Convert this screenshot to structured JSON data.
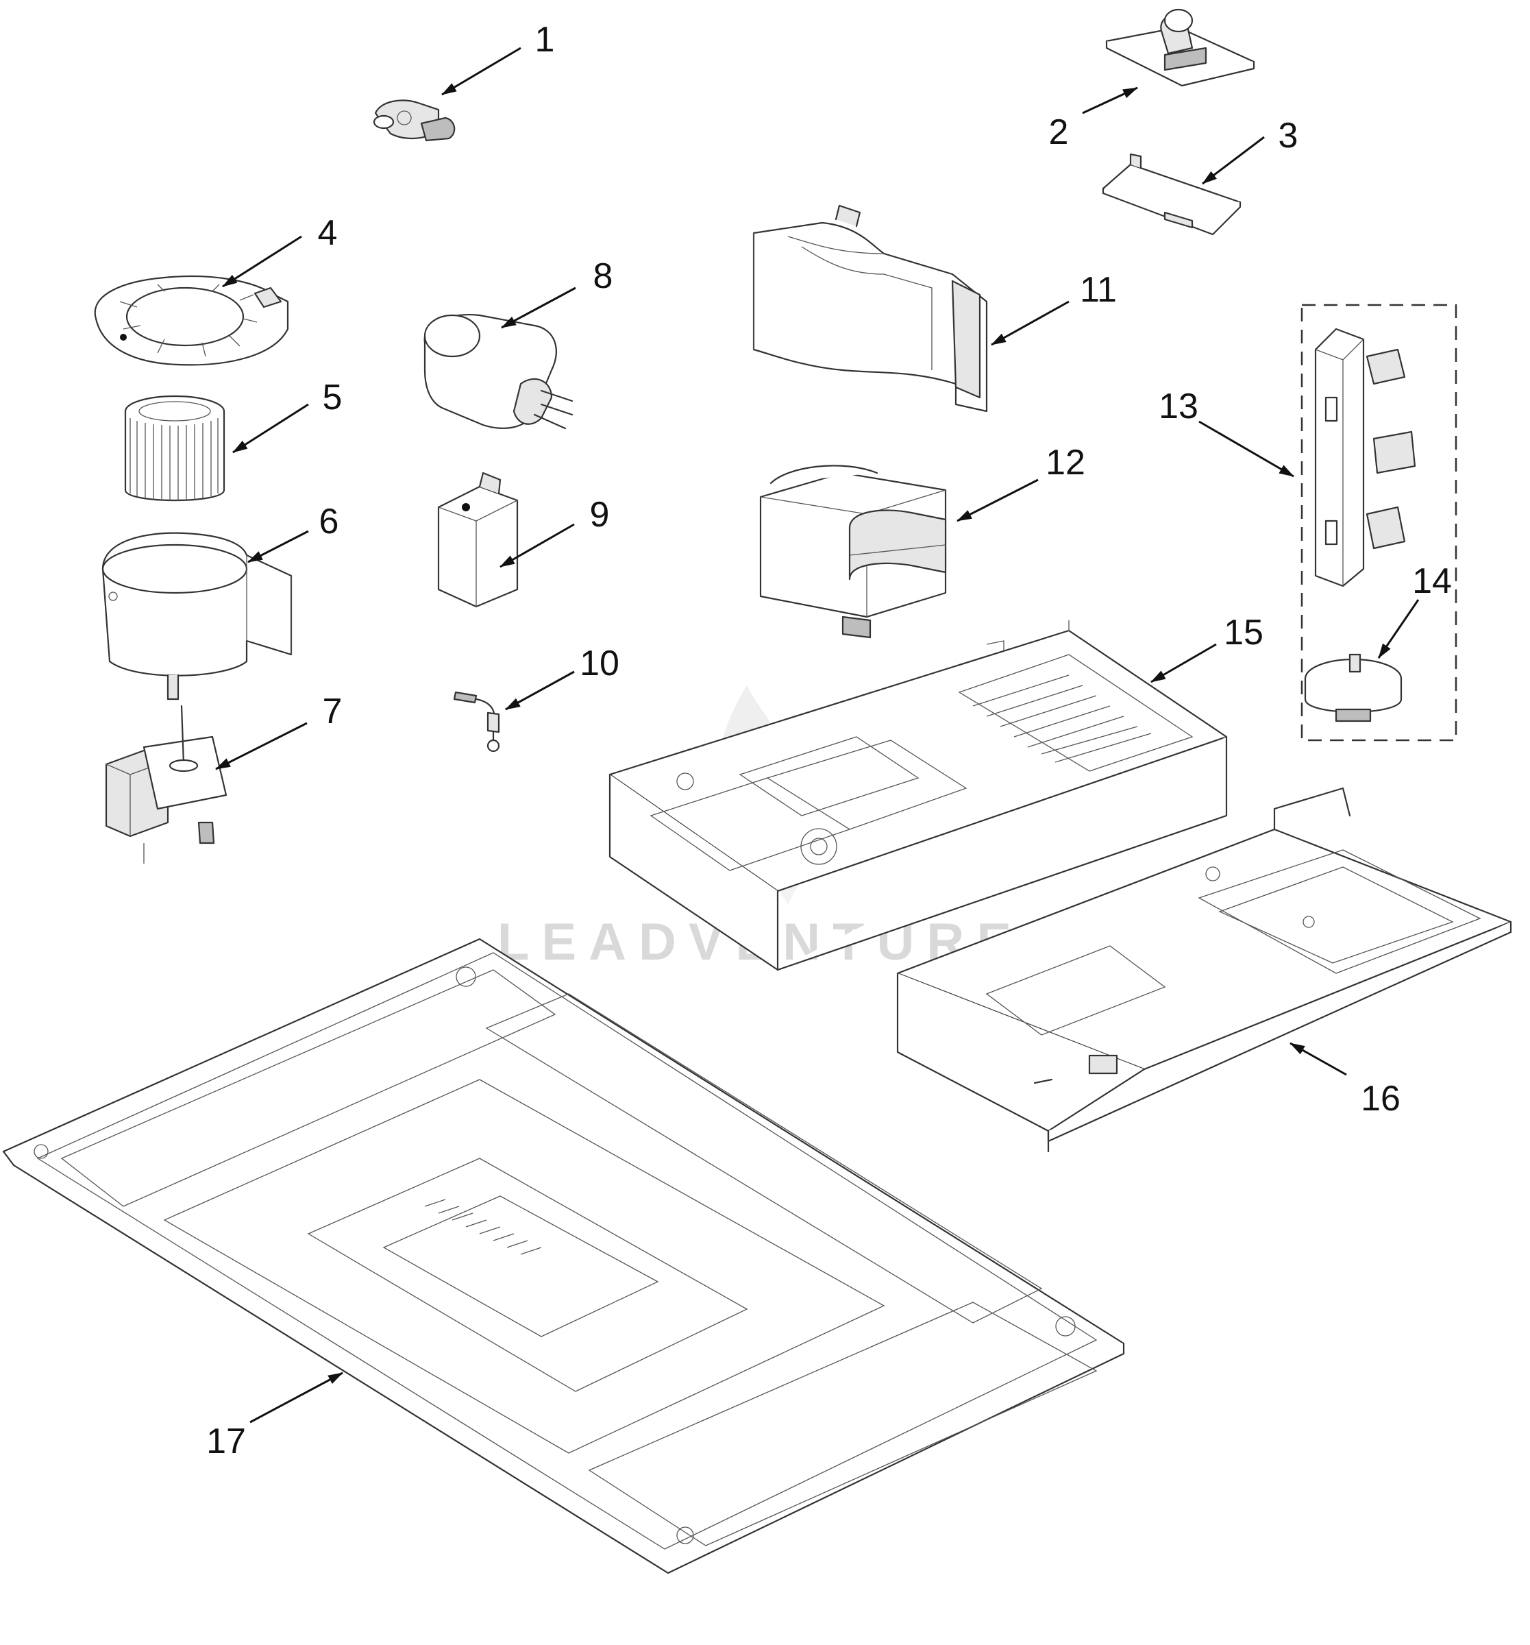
{
  "watermark": {
    "text": "LEADVENTURE"
  },
  "callouts": [
    "1",
    "2",
    "3",
    "4",
    "5",
    "6",
    "7",
    "8",
    "9",
    "10",
    "11",
    "12",
    "13",
    "14",
    "15",
    "16",
    "17"
  ],
  "parts": [
    {
      "ref": "1",
      "icon": "thermal-cutout-icon"
    },
    {
      "ref": "2",
      "icon": "circuit-board-icon"
    },
    {
      "ref": "3",
      "icon": "bracket-plate-icon"
    },
    {
      "ref": "4",
      "icon": "blower-cover-icon"
    },
    {
      "ref": "5",
      "icon": "blower-wheel-icon"
    },
    {
      "ref": "6",
      "icon": "blower-housing-icon"
    },
    {
      "ref": "7",
      "icon": "fan-motor-icon"
    },
    {
      "ref": "8",
      "icon": "capacitor-icon"
    },
    {
      "ref": "9",
      "icon": "capacitor-bracket-icon"
    },
    {
      "ref": "10",
      "icon": "diode-icon"
    },
    {
      "ref": "11",
      "icon": "air-duct-icon"
    },
    {
      "ref": "12",
      "icon": "transformer-icon"
    },
    {
      "ref": "13",
      "icon": "switch-bracket-icon"
    },
    {
      "ref": "14",
      "icon": "turntable-motor-icon"
    },
    {
      "ref": "15",
      "icon": "base-plate-icon"
    },
    {
      "ref": "16",
      "icon": "mounting-bracket-icon"
    },
    {
      "ref": "17",
      "icon": "bottom-panel-icon"
    }
  ],
  "colors": {
    "line": "#333333",
    "label": "#111111",
    "watermark": "#d9d9d9"
  }
}
